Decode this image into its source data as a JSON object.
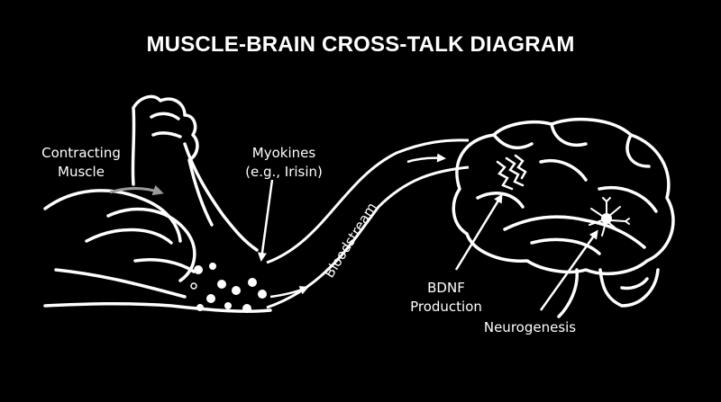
{
  "title": "MUSCLE-BRAIN CROSS-TALK DIAGRAM",
  "labels": {
    "muscle": [
      "Contracting",
      "Muscle"
    ],
    "myokines": [
      "Myokines",
      "(e.g., Irisin)"
    ],
    "bloodstream": "Bloodstream",
    "bdnf": [
      "BDNF",
      "Production"
    ],
    "neurogenesis": "Neurogenesis"
  },
  "colors": {
    "background": "#000000",
    "line": "#ffffff",
    "motion_arrow": "#9a9a9a"
  },
  "icons": [
    "flexed-arm-icon",
    "brain-icon",
    "protein-icon",
    "neuron-icon",
    "arrow-icon"
  ]
}
